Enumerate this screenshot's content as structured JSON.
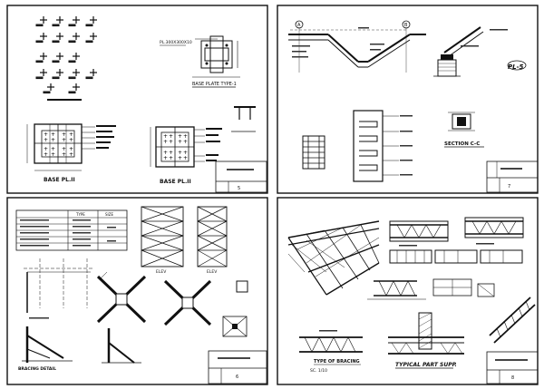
{
  "sheets": [
    {
      "id": "top-left",
      "sheet_no": "5",
      "captions": {
        "base_plate_type": "BASE PLATE TYPE-1",
        "base_pl_a": "BASE PL.II",
        "base_pl_b": "BASE PL.II",
        "plate_spec": "PL.300X300X10"
      }
    },
    {
      "id": "top-right",
      "sheet_no": "7",
      "captions": {
        "section": "SECTION C-C",
        "pl_label": "PL-5",
        "grid_a": "A",
        "grid_b": "B"
      }
    },
    {
      "id": "bottom-left",
      "sheet_no": "6",
      "table": {
        "headers": [
          "",
          "TYPE",
          "SIZE"
        ],
        "rows": [
          [
            "",
            "",
            ""
          ],
          [
            "",
            "",
            ""
          ],
          [
            "",
            "",
            ""
          ],
          [
            "",
            "",
            ""
          ],
          [
            "",
            "",
            ""
          ]
        ]
      },
      "captions": {
        "bracing": "BRACING DETAIL",
        "elev_a": "ELEV",
        "elev_b": "ELEV"
      }
    },
    {
      "id": "bottom-right",
      "sheet_no": "8",
      "captions": {
        "typical": "TYPICAL PART SUPP.",
        "truss_detail": "TYPE OF BRACING",
        "scale": "SC. 1/10"
      }
    }
  ]
}
